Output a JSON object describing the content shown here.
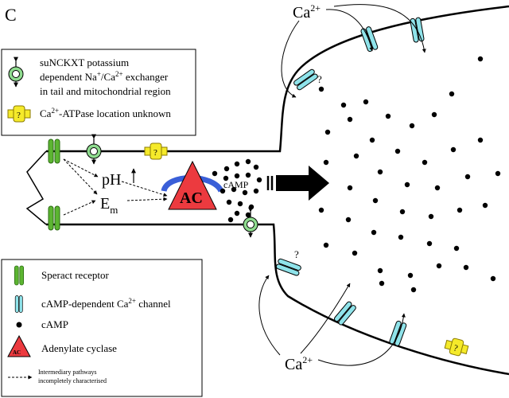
{
  "panel_label": "C",
  "legend_top": {
    "exchanger_line1": "suNCKXT potassium",
    "exchanger_line2_a": "dependent Na",
    "exchanger_line2_sup1": "+",
    "exchanger_line2_b": "/Ca",
    "exchanger_line2_sup2": "2+",
    "exchanger_line2_c": " exchanger",
    "exchanger_line3": "in tail and mitochondrial region",
    "atpase_a": "Ca",
    "atpase_sup": "2+",
    "atpase_b": "-ATPase location unknown"
  },
  "legend_bottom": {
    "receptor": "Speract receptor",
    "channel_a": "cAMP-dependent Ca",
    "channel_sup": "2+",
    "channel_b": " channel",
    "camp": "cAMP",
    "cyclase": "Adenylate cyclase",
    "pathways_line1": "Intermediary pathways",
    "pathways_line2": "incompletely characterised"
  },
  "diagram": {
    "ca_top_a": "Ca",
    "ca_top_sup": "2+",
    "ca_bottom_a": "Ca",
    "ca_bottom_sup": "2+",
    "ph": "pH",
    "em_a": "E",
    "em_sub": "m",
    "ac": "AC",
    "ac_small": "AC",
    "camp": "cAMP",
    "question": "?",
    "atpase_mark": "?"
  },
  "colors": {
    "receptor_green": "#5cb531",
    "channel_cyan": "#8fe3ea",
    "cyclase_red": "#ec3a3f",
    "arc_blue": "#3a5fd8",
    "atpase_yellow": "#f5ea2a",
    "exchanger_green": "#8fdc8f"
  }
}
